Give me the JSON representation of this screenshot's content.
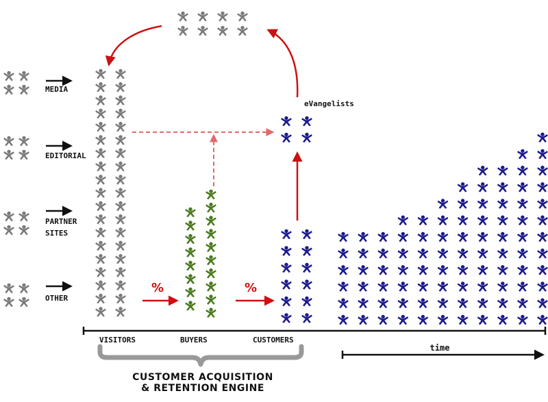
{
  "sources": [
    "MEDIA",
    "EDITORIAL",
    "PARTNER",
    "SITES",
    "OTHER"
  ],
  "stages": {
    "visitors": "VISITORS",
    "buyers": "BUYERS",
    "customers": "CUSTOMERS"
  },
  "evangelists_label": "eVangelists",
  "percent_symbol": "%",
  "time_label": "time",
  "engine_title_line1": "CUSTOMER ACQUISITION",
  "engine_title_line2": "& RETENTION ENGINE",
  "colors": {
    "gray": "#7a7a7a",
    "green": "#4a7a1e",
    "blue": "#1b1a8c",
    "red": "#cc1111",
    "red_dashed": "#e88a8a",
    "black": "#111111",
    "brace": "#999999"
  },
  "icons": {
    "person": "person-figure-icon"
  }
}
